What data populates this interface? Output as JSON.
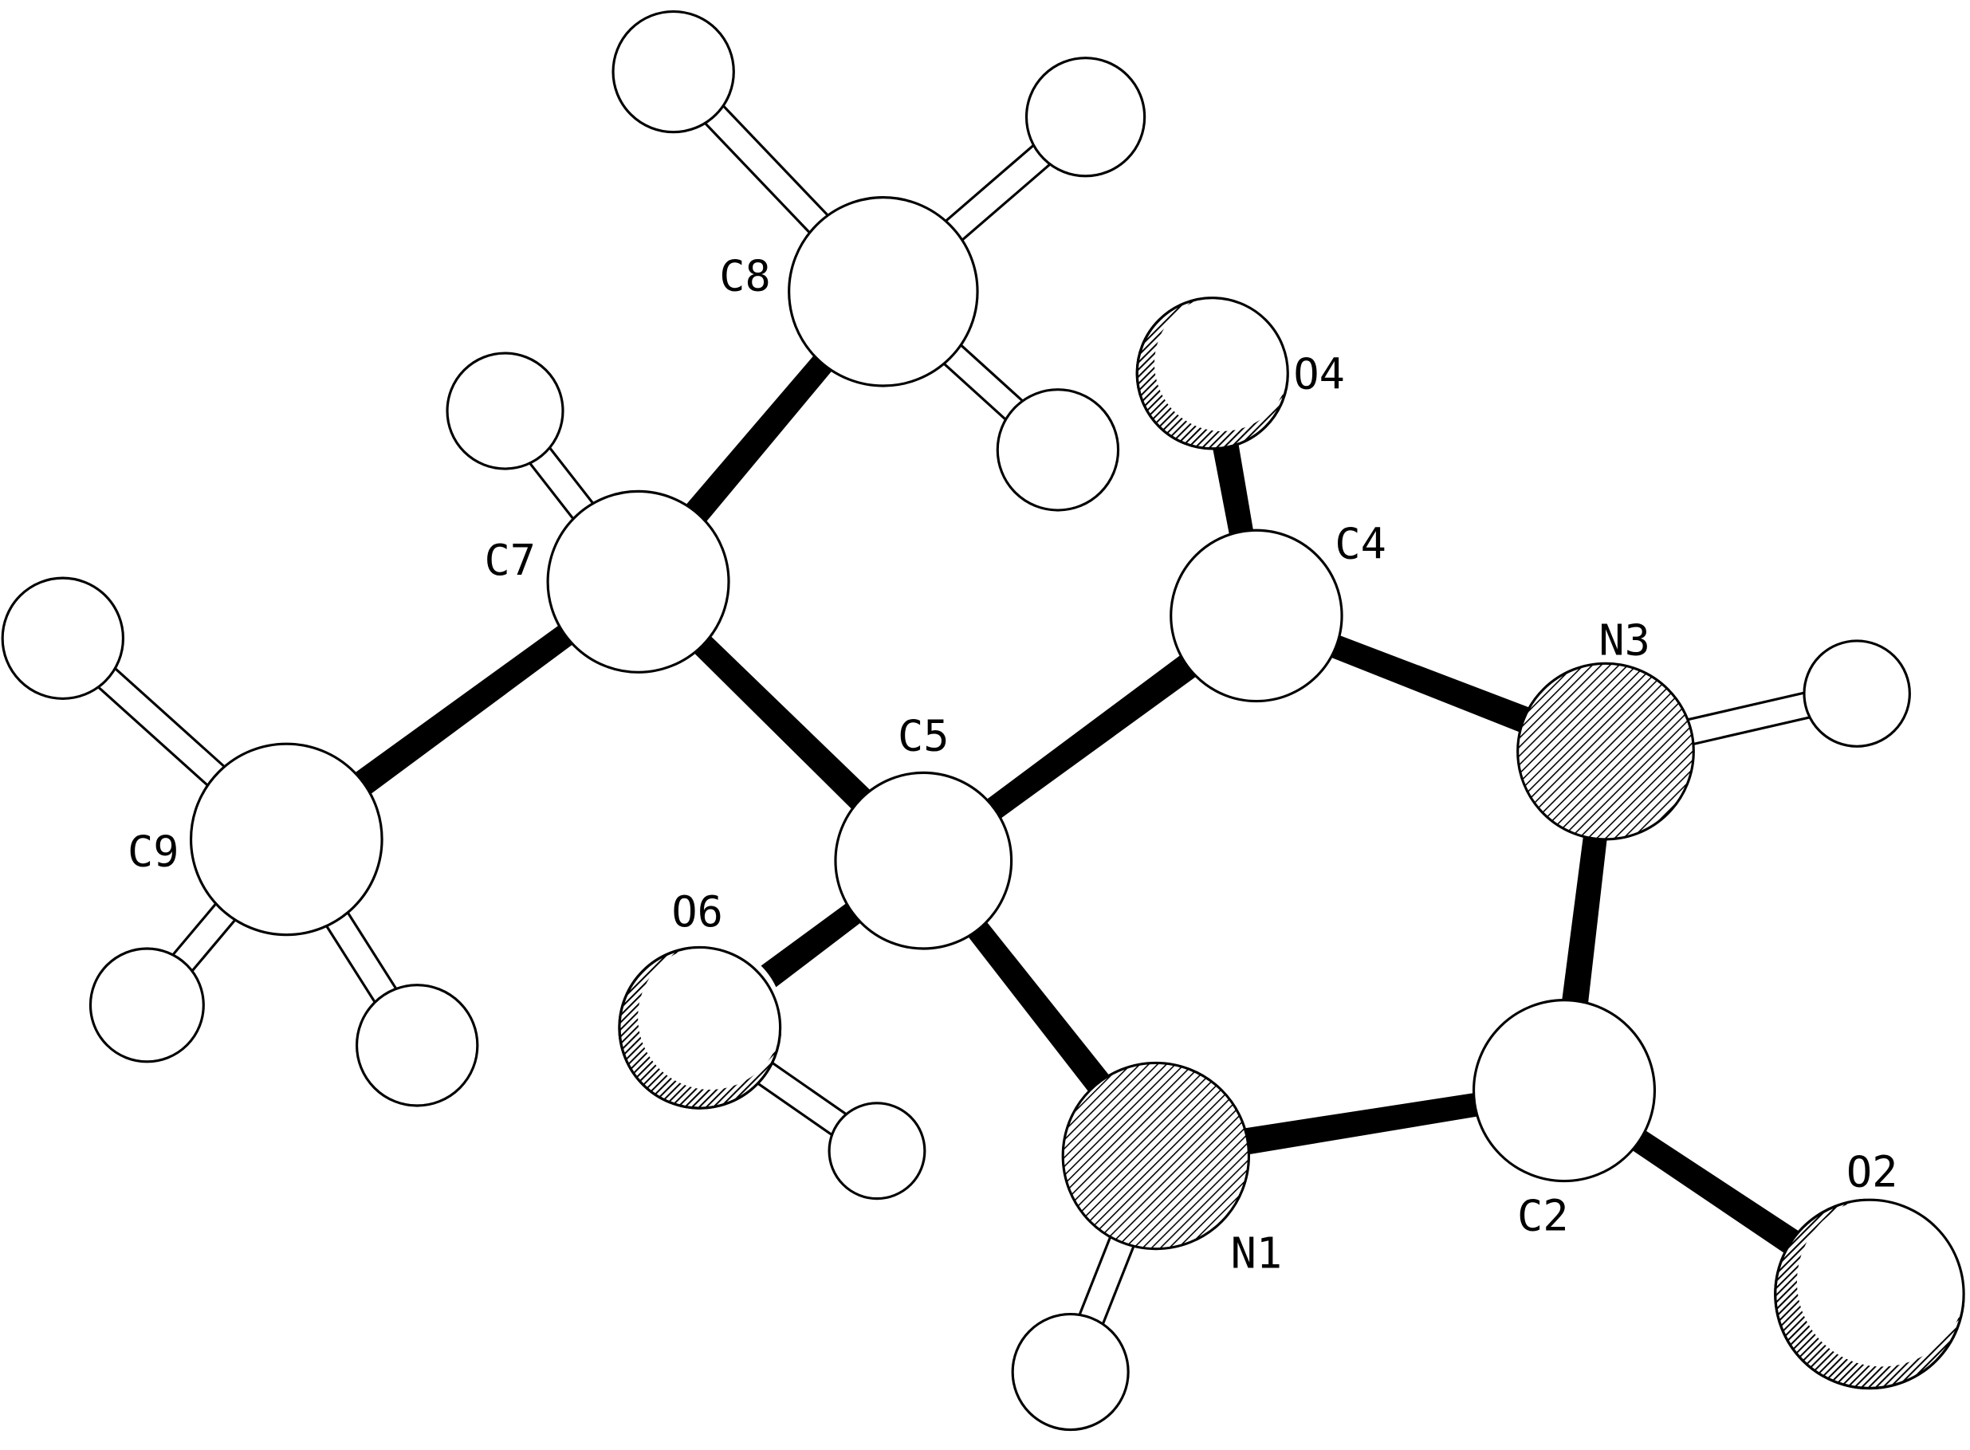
{
  "molecule": {
    "atoms": [
      {
        "id": "C8",
        "label": "C8",
        "element": "C"
      },
      {
        "id": "O4",
        "label": "O4",
        "element": "O"
      },
      {
        "id": "C7",
        "label": "C7",
        "element": "C"
      },
      {
        "id": "C4",
        "label": "C4",
        "element": "C"
      },
      {
        "id": "N3",
        "label": "N3",
        "element": "N"
      },
      {
        "id": "C5",
        "label": "C5",
        "element": "C"
      },
      {
        "id": "C9",
        "label": "C9",
        "element": "C"
      },
      {
        "id": "O6",
        "label": "O6",
        "element": "O"
      },
      {
        "id": "N1",
        "label": "N1",
        "element": "N"
      },
      {
        "id": "C2",
        "label": "C2",
        "element": "C"
      },
      {
        "id": "O2",
        "label": "O2",
        "element": "O"
      }
    ],
    "bonds": [
      [
        "C8",
        "C7"
      ],
      [
        "C7",
        "C9"
      ],
      [
        "C7",
        "C5"
      ],
      [
        "C5",
        "C4"
      ],
      [
        "C5",
        "O6"
      ],
      [
        "C5",
        "N1"
      ],
      [
        "C4",
        "O4"
      ],
      [
        "C4",
        "N3"
      ],
      [
        "N3",
        "C2"
      ],
      [
        "C2",
        "N1"
      ],
      [
        "C2",
        "O2"
      ]
    ],
    "colors": {
      "bond": "#000000",
      "atom_fill": "#ffffff",
      "outline": "#000000"
    }
  }
}
